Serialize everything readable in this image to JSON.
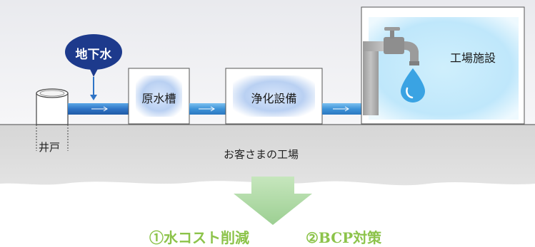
{
  "labels": {
    "groundwater": "地下水",
    "well": "井戸",
    "raw_water_tank": "原水槽",
    "purification": "浄化設備",
    "factory_facility": "工場施設",
    "customer_factory": "お客さまの工場"
  },
  "benefits": {
    "item1": "①水コスト削減",
    "item2": "②BCP対策"
  },
  "colors": {
    "pipe": "#2f74c6",
    "bubble": "#1d3a8c",
    "arrow": "#a8d8a0",
    "benefit_text": "#8cc34a",
    "water_drop": "#3aa3e3"
  }
}
